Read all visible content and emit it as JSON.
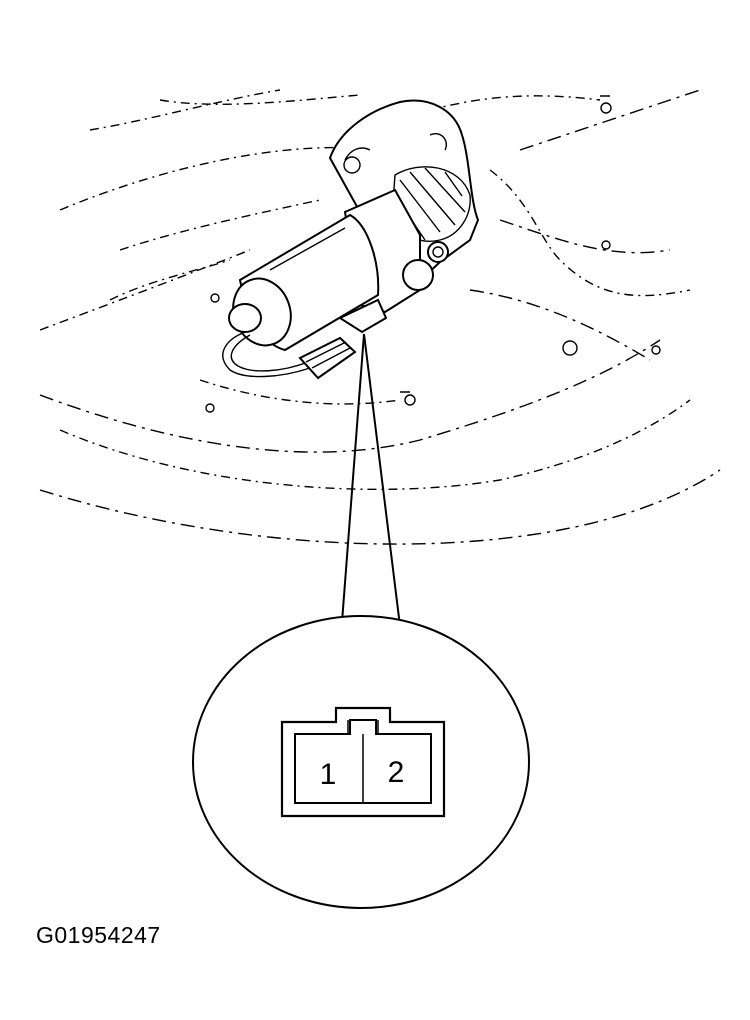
{
  "figure": {
    "id_label": "G01954247"
  },
  "connector": {
    "pins": [
      {
        "label": "1"
      },
      {
        "label": "2"
      }
    ]
  }
}
